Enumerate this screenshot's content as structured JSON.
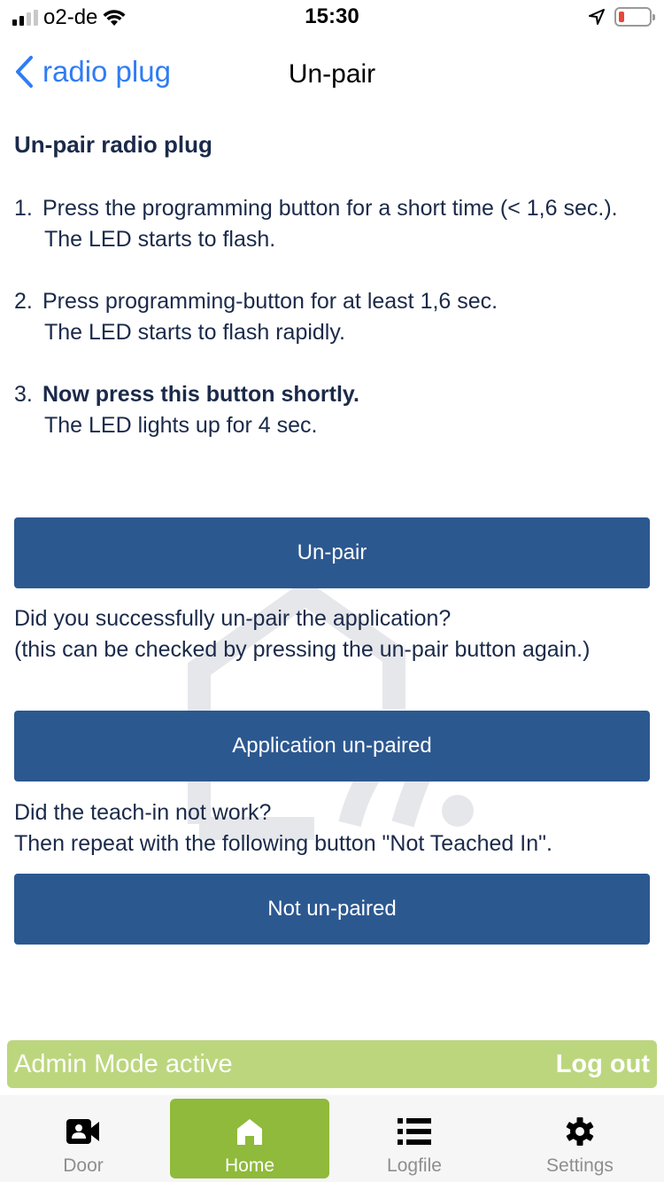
{
  "status_bar": {
    "carrier": "o2-de",
    "time": "15:30",
    "battery_color": "#e8463a"
  },
  "nav": {
    "back_label": "radio plug",
    "title": "Un-pair",
    "back_color": "#2f7cf6"
  },
  "content": {
    "heading": "Un-pair radio plug",
    "steps": [
      {
        "num": "1.",
        "line1": "Press the programming button for a short time (< 1,6 sec.).",
        "line2": "The LED starts to flash."
      },
      {
        "num": "2.",
        "line1": "Press programming-button for at least 1,6 sec.",
        "line2": "The LED starts to flash rapidly."
      },
      {
        "num": "3.",
        "line1": "Now press this button shortly.",
        "line2": "The LED lights up for 4 sec."
      }
    ],
    "unpair_button": "Un-pair",
    "question1_line1": "Did you successfully un-pair the application?",
    "question1_line2": "(this can be checked by pressing the un-pair button again.)",
    "app_unpaired_button": "Application un-paired",
    "question2_line1": "Did the teach-in not work?",
    "question2_line2": "Then repeat with the following button \"Not Teached In\".",
    "not_unpaired_button": "Not un-paired",
    "button_color": "#2c5890"
  },
  "admin_bar": {
    "text": "Admin Mode active",
    "logout_label": "Log out",
    "color": "#bcd67e"
  },
  "tabs": [
    {
      "label": "Door",
      "icon": "video-camera-icon",
      "active": false
    },
    {
      "label": "Home",
      "icon": "home-icon",
      "active": true
    },
    {
      "label": "Logfile",
      "icon": "list-icon",
      "active": false
    },
    {
      "label": "Settings",
      "icon": "gear-icon",
      "active": false
    }
  ],
  "active_tab_color": "#8fba3b"
}
